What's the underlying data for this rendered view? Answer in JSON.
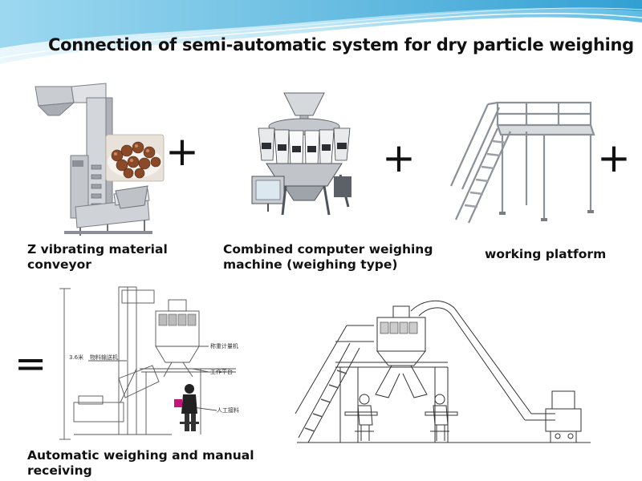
{
  "slide": {
    "title": "Connection of semi-automatic system for dry particle weighing",
    "operators": {
      "plus": "+",
      "equals": "="
    },
    "items": [
      {
        "label": "Z vibrating material conveyor",
        "line1": "Z vibrating material",
        "line2": "conveyor"
      },
      {
        "label": "Combined computer weighing machine (weighing type)",
        "line1": "Combined computer weighing",
        "line2": "machine (weighing type)"
      },
      {
        "label": "working platform"
      }
    ],
    "result": {
      "label": "Automatic weighing and manual receiving",
      "line1": "Automatic weighing and manual",
      "line2": "receiving"
    },
    "drawing_labels": {
      "height": "3.6米",
      "conveyor": "物料输送机",
      "weigher": "称重计量机",
      "platform": "工作平台",
      "manual": "人工接料"
    },
    "colors": {
      "wave_light": "#bfe6f5",
      "wave_mid": "#7fcbea",
      "wave_dark": "#3aa6d6",
      "steel": "#b8bcc2",
      "steel_dark": "#6e737a",
      "balls": "#8a4a2a"
    }
  }
}
